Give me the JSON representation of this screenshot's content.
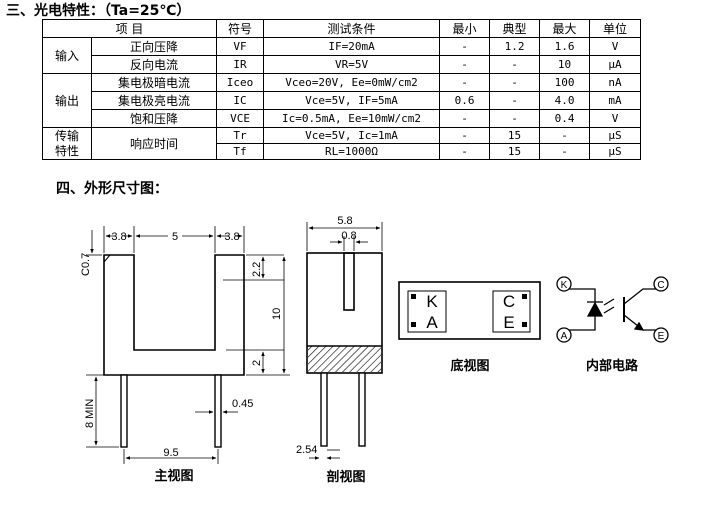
{
  "section3": {
    "title": "三、光电特性：（Ta=25℃）"
  },
  "table": {
    "headers": {
      "item": "项 目",
      "symbol": "符号",
      "condition": "测试条件",
      "min": "最小",
      "typ": "典型",
      "max": "最大",
      "unit": "单位"
    },
    "groups": {
      "input": "输入",
      "output": "输出",
      "transfer": "传输\n特性"
    },
    "rows": [
      {
        "name": "正向压降",
        "symbol": "VF",
        "condition": "IF=20mA",
        "min": "-",
        "typ": "1.2",
        "max": "1.6",
        "unit": "V"
      },
      {
        "name": "反向电流",
        "symbol": "IR",
        "condition": "VR=5V",
        "min": "-",
        "typ": "-",
        "max": "10",
        "unit": "μA"
      },
      {
        "name": "集电极暗电流",
        "symbol": "Iceo",
        "condition": "Vceo=20V, Ee=0mW/cm2",
        "min": "-",
        "typ": "-",
        "max": "100",
        "unit": "nA"
      },
      {
        "name": "集电极亮电流",
        "symbol": "IC",
        "condition": "Vce=5V, IF=5mA",
        "min": "0.6",
        "typ": "-",
        "max": "4.0",
        "unit": "mA"
      },
      {
        "name": "饱和压降",
        "symbol": "VCE",
        "condition": "Ic=0.5mA, Ee=10mW/cm2",
        "min": "-",
        "typ": "-",
        "max": "0.4",
        "unit": "V"
      },
      {
        "name": "响应时间",
        "symbol": "Tr",
        "condition": "Vce=5V, Ic=1mA",
        "min": "-",
        "typ": "15",
        "max": "-",
        "unit": "μS"
      },
      {
        "symbol": "Tf",
        "condition": "RL=1000Ω",
        "min": "-",
        "typ": "15",
        "max": "-",
        "unit": "μS"
      }
    ]
  },
  "section4": {
    "title": "四、外形尺寸图："
  },
  "drawing": {
    "dims": {
      "d38a": "3.8",
      "d5": "5",
      "d38b": "3.8",
      "c07": "C0.7",
      "d58": "5.8",
      "d08": "0.8",
      "d22": "2.2",
      "d10": "10",
      "d2": "2",
      "d8min": "8 MIN",
      "d045": "0.45",
      "d95": "9.5",
      "d254": "2.54"
    },
    "captions": {
      "front": "主视图",
      "section": "剖视图",
      "bottom": "底视图",
      "circuit": "内部电路"
    },
    "pins": {
      "K": "K",
      "A": "A",
      "C": "C",
      "E": "E"
    }
  }
}
